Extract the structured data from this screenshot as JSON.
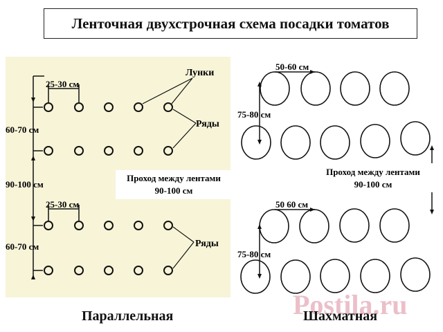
{
  "title": "Ленточная двухстрочная схема посадки томатов",
  "parallel": {
    "caption": "Параллельная",
    "label_holes": "Лунки",
    "label_rows_top": "Ряды",
    "label_rows_bottom": "Ряды",
    "dim_spacing_top": "25-30 см",
    "dim_spacing_bottom": "25-30 см",
    "dim_rowgap_top": "60-70 см",
    "dim_rowgap_bottom": "60-70 см",
    "dim_passage": "90-100 см",
    "passage_line1": "Проход между лентами",
    "passage_line2": "90-100 см"
  },
  "staggered": {
    "caption": "Шахматная",
    "dim_spacing_top": "50-60 см",
    "dim_spacing_bottom": "50 60 см",
    "dim_rowgap_top": "75-80 см",
    "dim_rowgap_bottom": "75-80 см",
    "passage_line1": "Проход между лентами",
    "passage_line2": "90-100 см"
  },
  "watermark": "Postila.ru",
  "colors": {
    "panel_bg": "#f7f4d8",
    "ink": "#111111",
    "watermark": "#e8b4bf"
  }
}
